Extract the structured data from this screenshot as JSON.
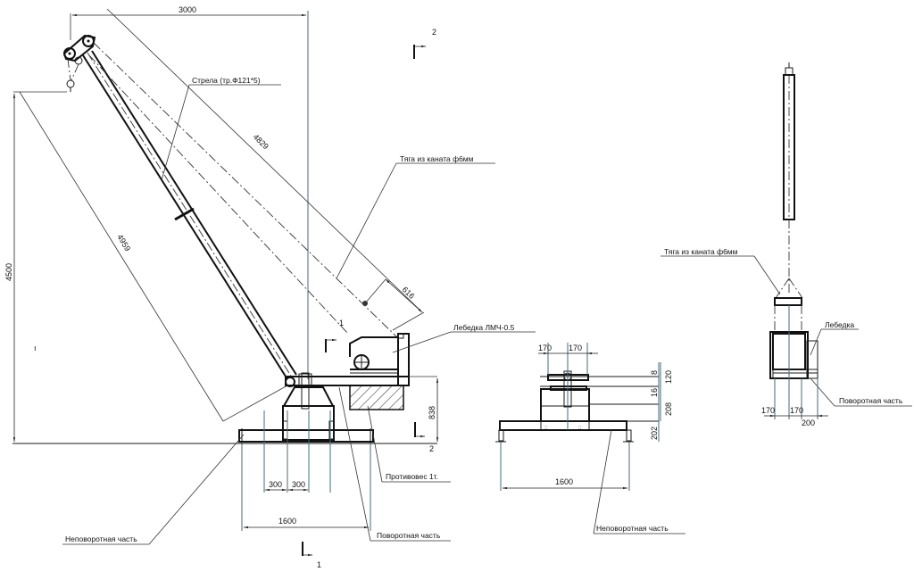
{
  "drawing": {
    "title": "Crane assembly drawing",
    "labels": {
      "boom": "Стрела (тр.Ф121*5)",
      "rope_rod_main": "Тяга из каната ф6мм",
      "winch_main": "Лебедка ЛМЧ-0.5",
      "counterweight": "Противовес 1т.",
      "rotating_part_main": "Поворотная часть",
      "non_rotating_part_main": "Неповоротная часть",
      "non_rotating_part_section": "Неповоротная часть",
      "rope_rod_side": "Тяга из каната ф6мм",
      "winch_side": "Лебедка",
      "rotating_part_side": "Поворотная часть"
    },
    "dimensions": {
      "reach": "3000",
      "height": "4500",
      "boom_length": "4959",
      "rope_length": "4829",
      "rope_offset": "616",
      "base_height": "838",
      "half_left": "300",
      "half_right": "300",
      "base_width": "1600",
      "section_base_width": "1600",
      "section_left": "170",
      "section_right": "170",
      "section_h8": "8",
      "section_h16": "16",
      "section_h120": "120",
      "section_h208": "208",
      "section_h202": "202",
      "side_left": "170",
      "side_right": "170",
      "side_200": "200"
    },
    "section_marks": {
      "mark1_top": "1",
      "mark1_bottom": "1",
      "mark2_top": "2",
      "mark2_bottom": "2"
    }
  }
}
